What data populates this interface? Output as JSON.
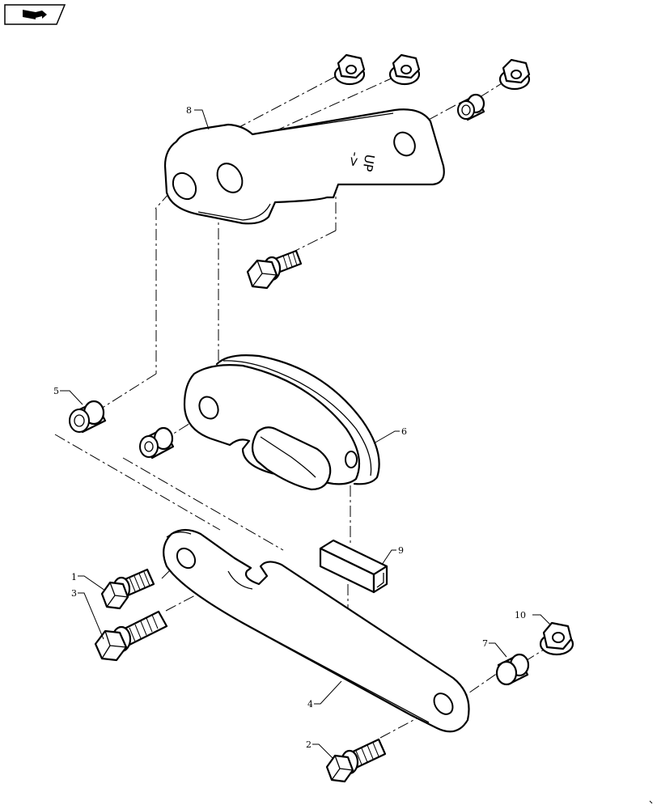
{
  "nav_icon": {
    "name": "book-arrow-icon"
  },
  "plate_marking": {
    "up": "UP",
    "arrow": "->"
  },
  "callouts": [
    {
      "id": "callout-1",
      "label": "1"
    },
    {
      "id": "callout-2",
      "label": "2"
    },
    {
      "id": "callout-3",
      "label": "3"
    },
    {
      "id": "callout-4",
      "label": "4"
    },
    {
      "id": "callout-5",
      "label": "5"
    },
    {
      "id": "callout-6",
      "label": "6"
    },
    {
      "id": "callout-7",
      "label": "7"
    },
    {
      "id": "callout-8",
      "label": "8"
    },
    {
      "id": "callout-9",
      "label": "9"
    },
    {
      "id": "callout-10",
      "label": "10"
    }
  ]
}
